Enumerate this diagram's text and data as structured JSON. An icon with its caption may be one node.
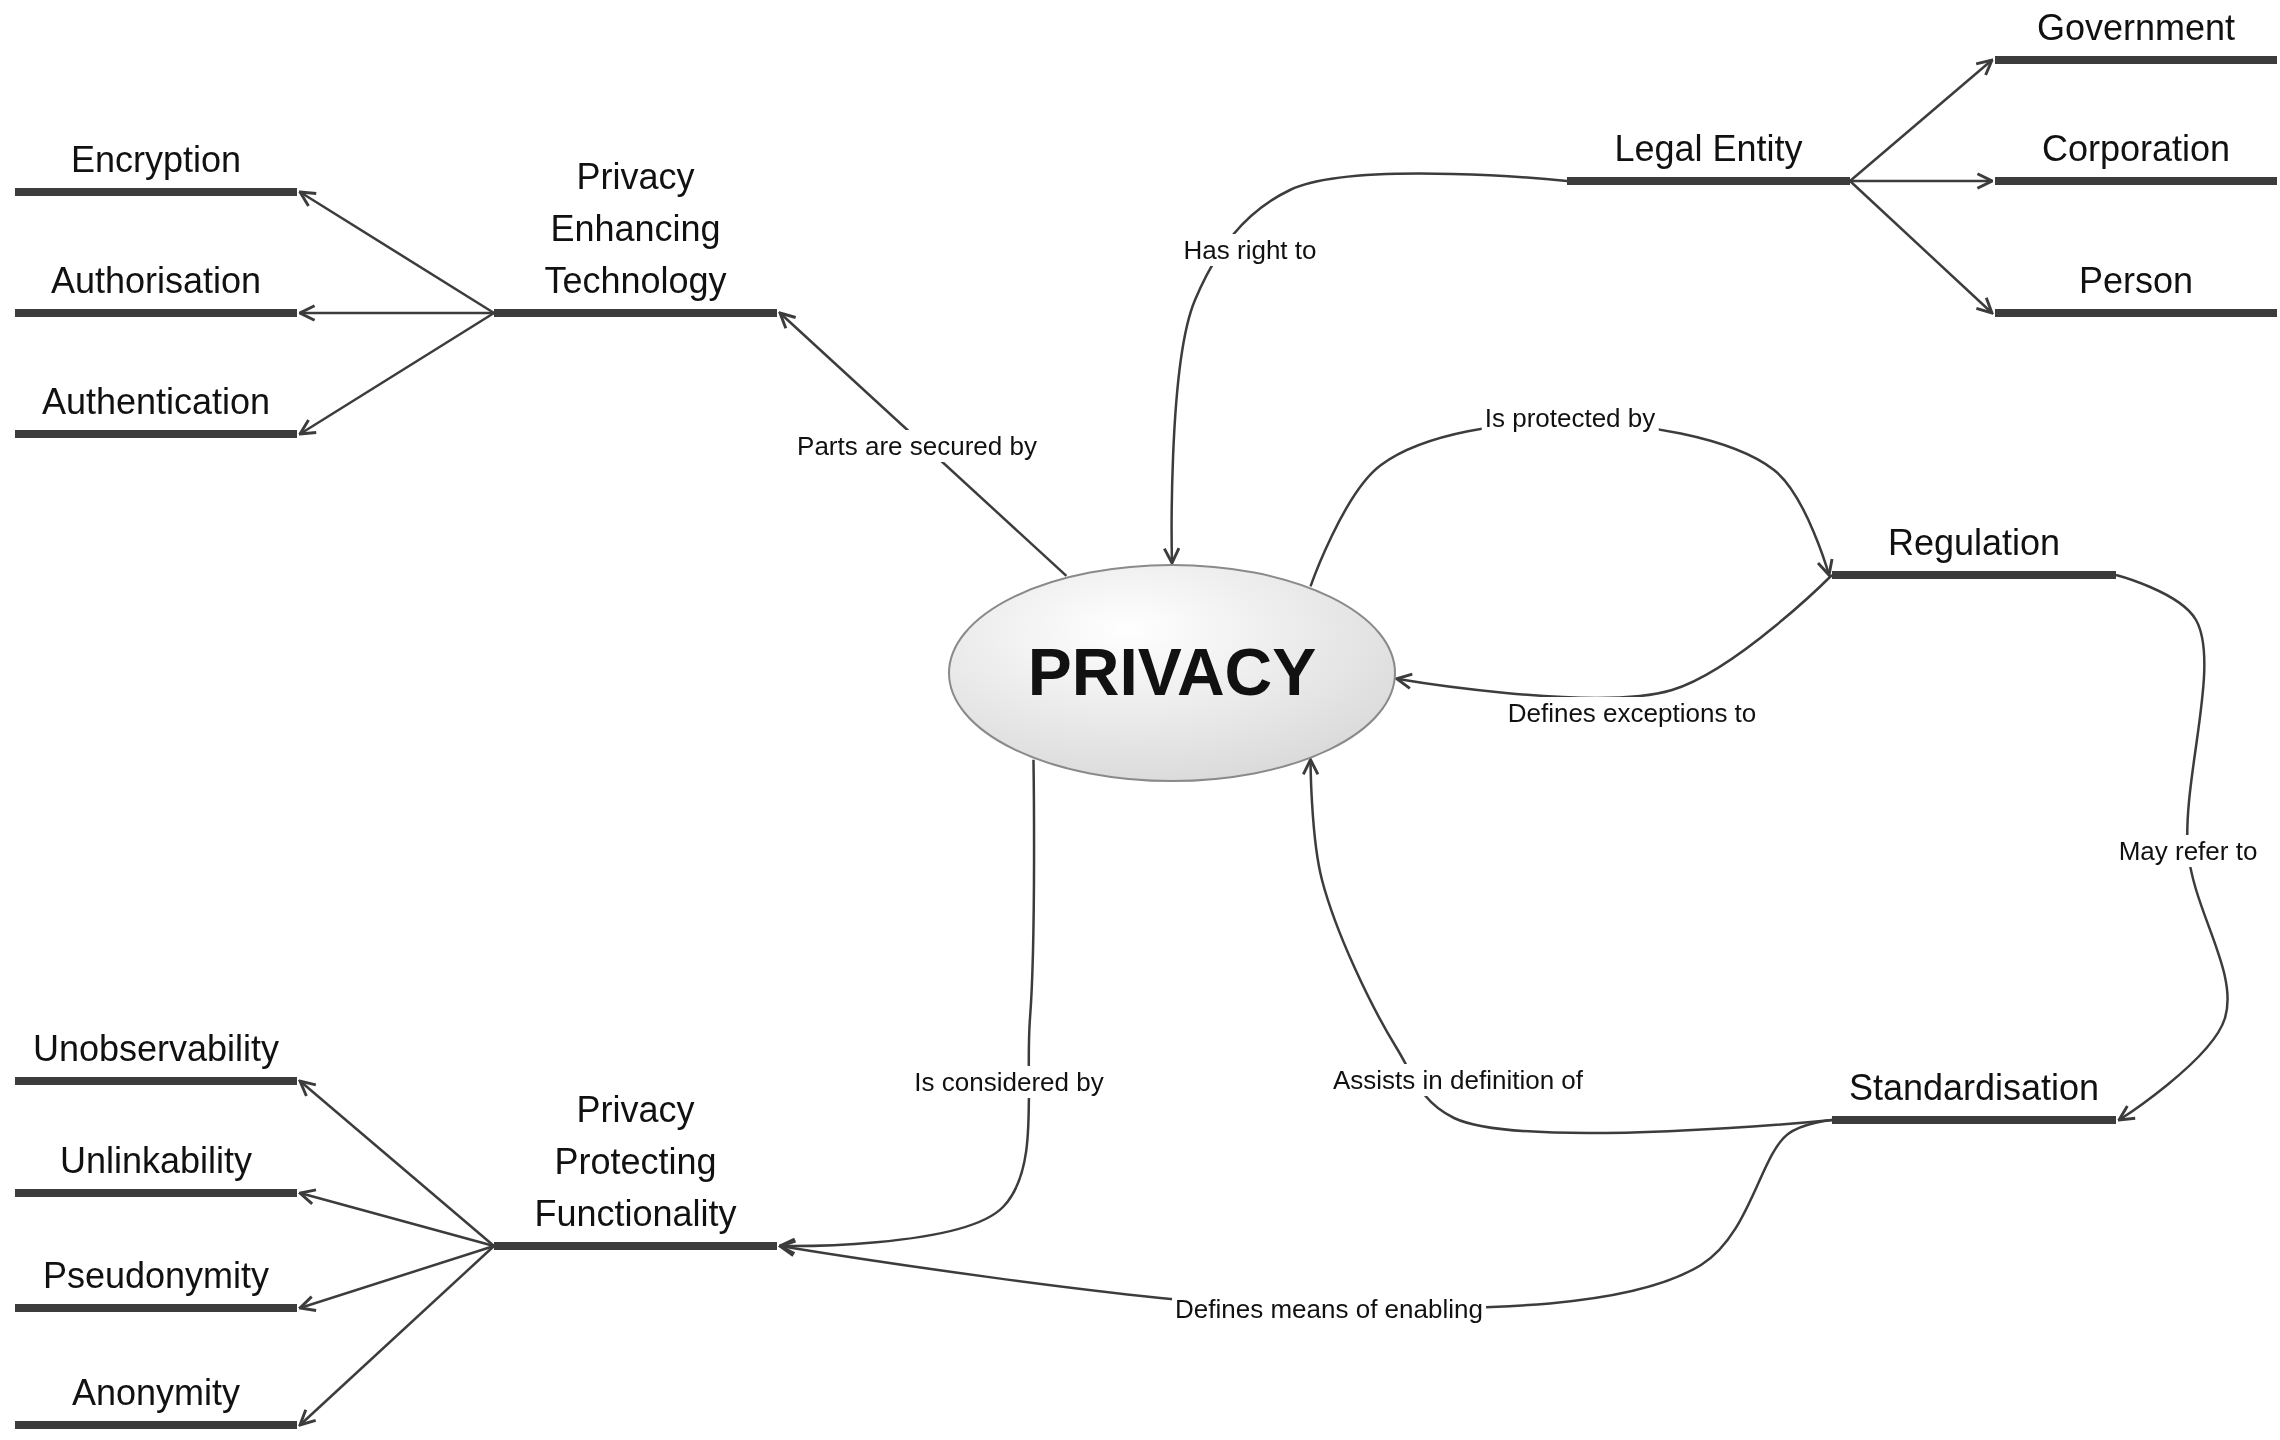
{
  "diagram": {
    "nodes": [
      {
        "text": [
          "PRIVACY"
        ]
      },
      {
        "text": [
          "Privacy Enhancing Technology"
        ]
      },
      {
        "text": [
          "Encryption"
        ]
      },
      {
        "text": [
          "Authorisation"
        ]
      },
      {
        "text": [
          "Authentication"
        ]
      },
      {
        "text": [
          "Legal Entity"
        ]
      },
      {
        "text": [
          "Government"
        ]
      },
      {
        "text": [
          "Corporation"
        ]
      },
      {
        "text": [
          "Person"
        ]
      },
      {
        "text": [
          "Regulation"
        ]
      },
      {
        "text": [
          "Standardisation"
        ]
      },
      {
        "text": [
          "Privacy Protecting Functionality"
        ]
      },
      {
        "text": [
          "Unobservability"
        ]
      },
      {
        "text": [
          "Unlinkability"
        ]
      },
      {
        "text": [
          "Pseudonymity"
        ]
      },
      {
        "text": [
          "Anonymity"
        ]
      }
    ],
    "edges": [
      {
        "from": 1,
        "to": 2,
        "arrow": "to"
      },
      {
        "from": 1,
        "to": 3,
        "arrow": "to"
      },
      {
        "from": 1,
        "to": 4,
        "arrow": "to"
      },
      {
        "from": 0,
        "to": 1,
        "arrow": "to",
        "label": "Parts are secured by"
      },
      {
        "from": 5,
        "to": 0,
        "arrow": "to",
        "label": "Has right to"
      },
      {
        "from": 5,
        "to": 6,
        "arrow": "to"
      },
      {
        "from": 5,
        "to": 7,
        "arrow": "to"
      },
      {
        "from": 5,
        "to": 8,
        "arrow": "to"
      },
      {
        "from": 0,
        "to": 9,
        "arrow": "to",
        "label": "Is protected by"
      },
      {
        "from": 9,
        "to": 0,
        "arrow": "to",
        "label": "Defines exceptions to"
      },
      {
        "from": 9,
        "to": 10,
        "arrow": "to",
        "label": "May refer to"
      },
      {
        "from": 10,
        "to": 0,
        "arrow": "to",
        "label": "Assists in definition of"
      },
      {
        "from": 0,
        "to": 11,
        "arrow": "to",
        "label": "Is considered by"
      },
      {
        "from": 10,
        "to": 11,
        "arrow": "to",
        "label": "Defines means of enabling"
      },
      {
        "from": 11,
        "to": 12,
        "arrow": "to"
      },
      {
        "from": 11,
        "to": 13,
        "arrow": "to"
      },
      {
        "from": 11,
        "to": 14,
        "arrow": "to"
      },
      {
        "from": 11,
        "to": 15,
        "arrow": "to"
      }
    ]
  }
}
